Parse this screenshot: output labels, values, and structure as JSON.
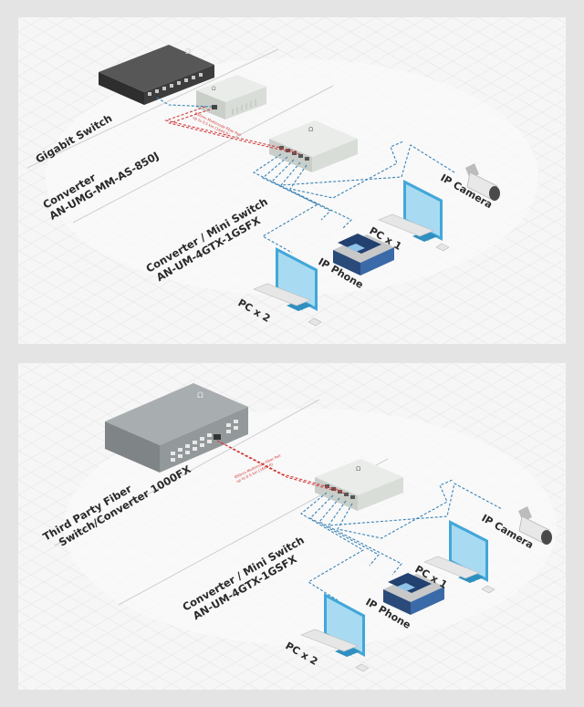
{
  "panels": [
    {
      "labels": {
        "gigabit_switch": "Gigabit Switch",
        "converter_line1": "Converter",
        "converter_line2": "AN-UMG-MM-AS-850J",
        "mini_switch_line1": "Converter / Mini Switch",
        "mini_switch_line2": "AN-UM-4GTX-1GSFX",
        "pc_x1": "PC x 1",
        "ip_phone": "IP Phone",
        "ip_camera": "IP Camera",
        "pc_x2": "PC x 2",
        "fiber_note_line1": "850nm Multimode Fiber Pair",
        "fiber_note_line2": "up to 0.5 km (1640 ft)"
      }
    },
    {
      "labels": {
        "third_party_line1": "Third Party Fiber",
        "third_party_line2": "Switch/Converter 1000FX",
        "mini_switch_line1": "Converter / Mini Switch",
        "mini_switch_line2": "AN-UM-4GTX-1GSFX",
        "pc_x1": "PC x 1",
        "ip_phone": "IP Phone",
        "ip_camera": "IP Camera",
        "pc_x2": "PC x 2",
        "fiber_note_line1": "850nm Multimode Fiber Pair",
        "fiber_note_line2": "up to 0.5 km (1640 ft)"
      }
    }
  ],
  "colors": {
    "panel_bg": "#f6f6f6",
    "grid": "#e7e7e7",
    "fiber": "#d23c3c",
    "ethernet": "#3a82b6",
    "monitor_frame": "#42a7d8",
    "monitor_screen": "#a8dbf2",
    "device_body": "#d8ddd8",
    "switch_dark": "#3d3d3d",
    "switch_light": "#9ea3a6"
  }
}
